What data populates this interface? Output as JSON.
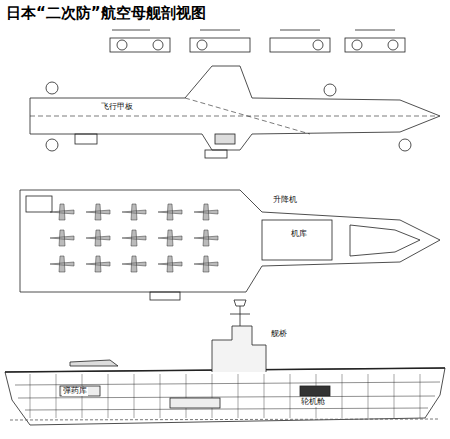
{
  "diagram": {
    "title": "日本“二次防”航空母舰剖视图",
    "labels": [
      "飞行甲板",
      "机库",
      "升降机",
      "舰桥",
      "弹药库",
      "轮机舱"
    ]
  }
}
